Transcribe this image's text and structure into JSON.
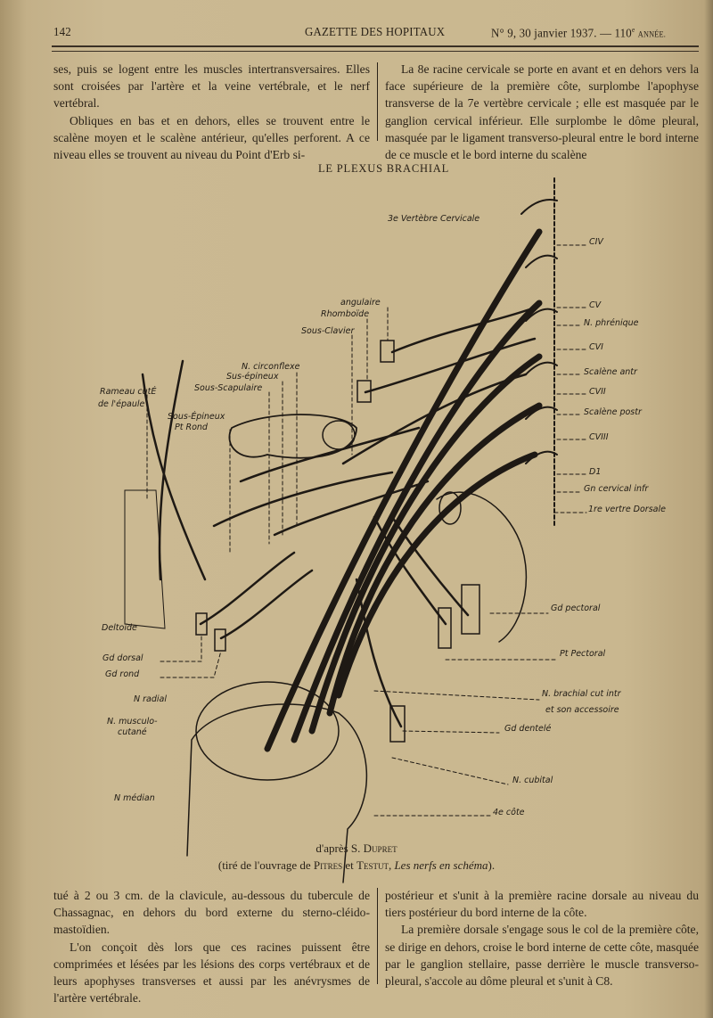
{
  "header": {
    "page_number": "142",
    "journal": "GAZETTE DES HOPITAUX",
    "issue": "N° 9, 30 janvier 1937. — 110",
    "issue_sup": "e",
    "annee": "ANNÉE."
  },
  "top_left": [
    "ses, puis se logent entre les muscles intertransversaires. Elles sont croisées par l'artère et la veine vertébrale, et le nerf vertébral.",
    "Obliques en bas et en dehors, elles se trouvent entre le scalène moyen et le scalène antérieur, qu'elles perforent. A ce niveau elles se trouvent au niveau du Point d'Erb si-"
  ],
  "top_right": [
    "La 8e racine cervicale se porte en avant et en dehors vers la face supérieure de la première côte, surplombe l'apophyse transverse de la 7e vertèbre cervicale ; elle est masquée par le ganglion cervical inférieur. Elle surplombe le dôme pleural, masquée par le ligament transverso-pleural entre le bord interne de ce muscle et le bord interne du scalène"
  ],
  "figure": {
    "title": "LE PLEXUS BRACHIAL",
    "labels": {
      "vertebre3": "3e Vertèbre Cervicale",
      "c4": "CIV",
      "c5": "CV",
      "phrenique": "N. phrénique",
      "c6": "CVI",
      "scalene_ant": "Scalène antr",
      "c7": "CVII",
      "scalene_post": "Scalène postr",
      "c8": "CVIII",
      "d1": "D1",
      "ganglion": "Gn cervical infr",
      "vert_dorsale": "1re vertre Dorsale",
      "angulaire": "angulaire",
      "rhomboide": "Rhomboïde",
      "sous_clavier": "Sous-Clavier",
      "circonflexe": "N. circonflexe",
      "sus_epineux": "Sus-épineux",
      "sous_scapulaire": "Sous-Scapulaire",
      "rameau": "Rameau cutÉ",
      "epaule": "de l'épaule",
      "sous_epineux": "Sous-Épineux",
      "pt_rond": "Pt Rond",
      "deltoide": "Deltoïde",
      "gd_dorsal": "Gd dorsal",
      "gd_rond": "Gd rond",
      "radial": "N radial",
      "musculo": "N. musculo-",
      "cutane": "cutané",
      "median": "N médian",
      "gd_pectoral": "Gd pectoral",
      "pt_pectoral": "Pt Pectoral",
      "brachial": "N. brachial cut intr",
      "accessoire": "et son accessoire",
      "gd_dentele": "Gd dentelé",
      "cubital": "N. cubital",
      "cote4": "4e côte"
    }
  },
  "caption": {
    "line1_pre": "d'après S. ",
    "line1_author": "Dupret",
    "line2_pre": "(tiré de l'ouvrage de ",
    "line2_a1": "Pitres",
    "line2_mid": " et ",
    "line2_a2": "Testut",
    "line2_sep": ", ",
    "line2_title": "Les nerfs en schéma",
    "line2_end": ")."
  },
  "bottom_left": [
    "tué à 2 ou 3 cm. de la clavicule, au-dessous du tubercule de Chassagnac, en dehors du bord externe du sterno-cléido-mastoïdien.",
    "L'on conçoit dès lors que ces racines puissent être comprimées et lésées par les lésions des corps vertébraux et de leurs apophyses transverses et aussi par les anévrysmes de l'artère vertébrale."
  ],
  "bottom_right": [
    "postérieur et s'unit à la première racine dorsale au niveau du tiers postérieur du bord interne de la côte.",
    "La première dorsale s'engage sous le col de la première côte, se dirige en dehors, croise le bord interne de cette côte, masquée par le ganglion stellaire, passe derrière le muscle transverso-pleural, s'accole au dôme pleural et s'unit à C8."
  ]
}
